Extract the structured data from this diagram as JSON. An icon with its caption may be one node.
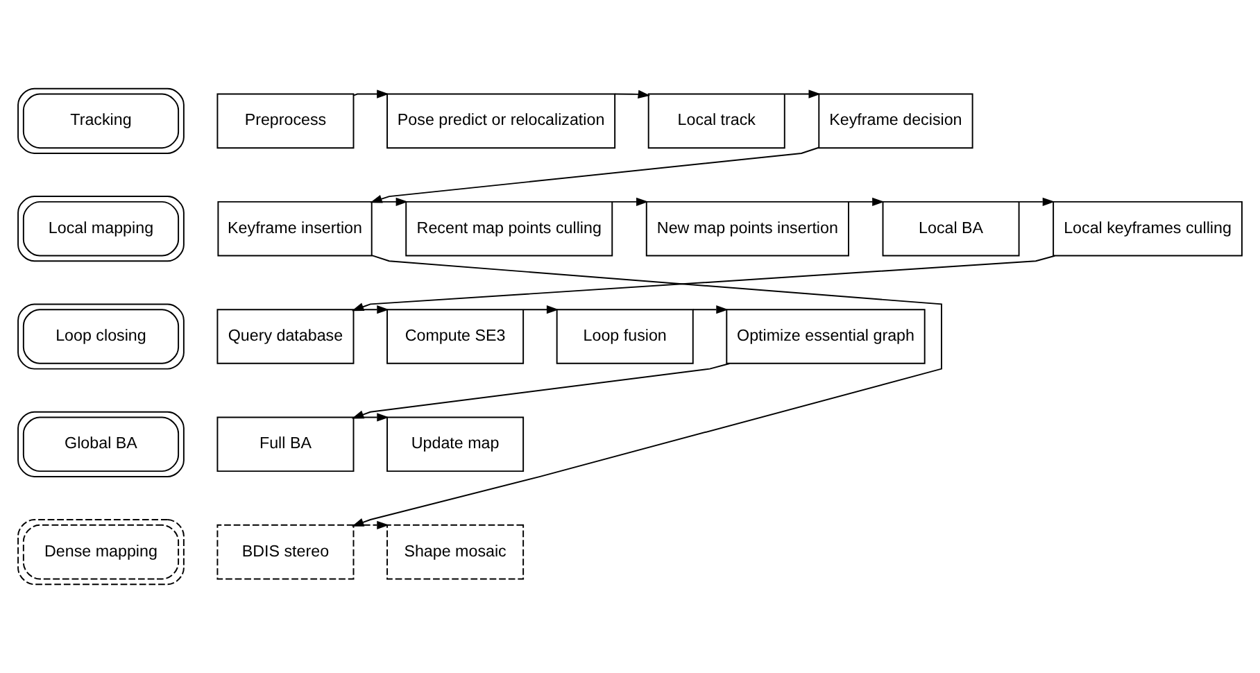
{
  "diagram": {
    "nodes": [
      {
        "text": [
          "Tracking"
        ]
      },
      {
        "text": [
          "Preprocess"
        ]
      },
      {
        "text": [
          "Pose predict or relocalization"
        ]
      },
      {
        "text": [
          "Local track"
        ]
      },
      {
        "text": [
          "Keyframe decision"
        ]
      },
      {
        "text": [
          "Local mapping"
        ]
      },
      {
        "text": [
          "Keyframe insertion"
        ]
      },
      {
        "text": [
          "Recent map points culling"
        ]
      },
      {
        "text": [
          "New map points insertion"
        ]
      },
      {
        "text": [
          "Local BA"
        ]
      },
      {
        "text": [
          "Local keyframes culling"
        ]
      },
      {
        "text": [
          "Loop closing"
        ]
      },
      {
        "text": [
          "Query database"
        ]
      },
      {
        "text": [
          "Compute SE3"
        ]
      },
      {
        "text": [
          "Loop fusion"
        ]
      },
      {
        "text": [
          "Optimize essential graph"
        ]
      },
      {
        "text": [
          "Global BA"
        ]
      },
      {
        "text": [
          "Full BA"
        ]
      },
      {
        "text": [
          "Update map"
        ]
      },
      {
        "text": [
          "Dense mapping"
        ]
      },
      {
        "text": [
          "BDIS stereo"
        ]
      },
      {
        "text": [
          "Shape mosaic"
        ]
      }
    ],
    "edges": [
      {
        "from": 1,
        "to": 2,
        "arrow": "to"
      },
      {
        "from": 2,
        "to": 3,
        "arrow": "to"
      },
      {
        "from": 3,
        "to": 4,
        "arrow": "to"
      },
      {
        "from": 4,
        "to": 6,
        "arrow": "to"
      },
      {
        "from": 6,
        "to": 7,
        "arrow": "to"
      },
      {
        "from": 7,
        "to": 8,
        "arrow": "to"
      },
      {
        "from": 8,
        "to": 9,
        "arrow": "to"
      },
      {
        "from": 9,
        "to": 10,
        "arrow": "to"
      },
      {
        "from": 10,
        "to": 12,
        "arrow": "to"
      },
      {
        "from": 12,
        "to": 13,
        "arrow": "to"
      },
      {
        "from": 13,
        "to": 14,
        "arrow": "to"
      },
      {
        "from": 14,
        "to": 15,
        "arrow": "to"
      },
      {
        "from": 15,
        "to": 17,
        "arrow": "to"
      },
      {
        "from": 17,
        "to": 18,
        "arrow": "to"
      },
      {
        "from": 6,
        "to": 20,
        "arrow": "to"
      },
      {
        "from": 20,
        "to": 21,
        "arrow": "to",
        "style": "dashed"
      }
    ]
  }
}
